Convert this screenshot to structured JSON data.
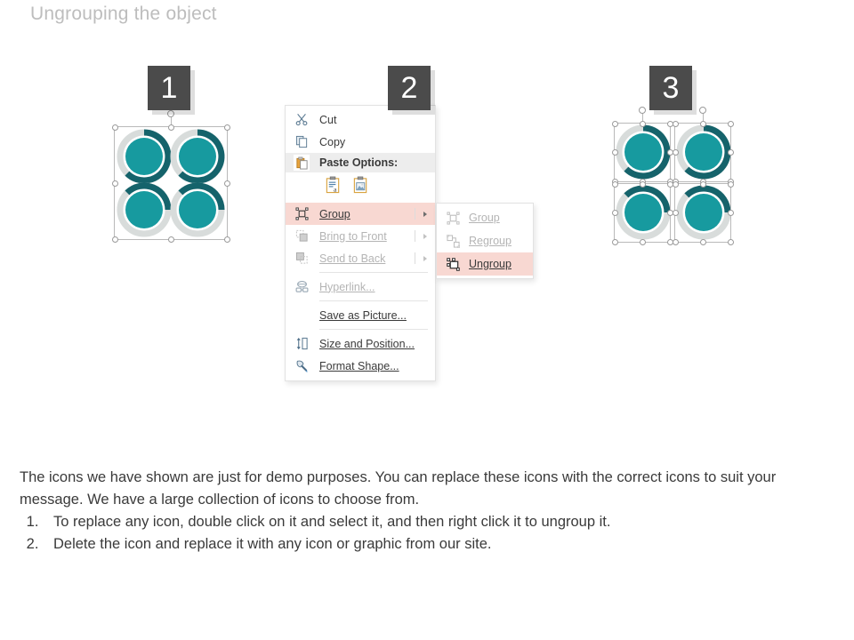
{
  "slide": {
    "title": "Ungrouping the object"
  },
  "steps": [
    {
      "number": "1",
      "name": "grouped-object"
    },
    {
      "number": "2",
      "name": "context-menu"
    },
    {
      "number": "3",
      "name": "ungrouped-objects"
    }
  ],
  "context_menu": {
    "items": [
      {
        "label": "Cut",
        "icon": "scissors-icon",
        "disabled": false,
        "submenu": false,
        "highlighted": false
      },
      {
        "label": "Copy",
        "icon": "copy-icon",
        "disabled": false,
        "submenu": false,
        "highlighted": false
      },
      {
        "label": "Paste Options:",
        "icon": "paste-icon",
        "disabled": false,
        "submenu": false,
        "highlighted": false
      },
      {
        "label": "Group",
        "icon": "group-icon",
        "disabled": false,
        "submenu": true,
        "highlighted": true
      },
      {
        "label": "Bring to Front",
        "icon": "bring-to-front-icon",
        "disabled": true,
        "submenu": true,
        "highlighted": false
      },
      {
        "label": "Send to Back",
        "icon": "send-to-back-icon",
        "disabled": true,
        "submenu": true,
        "highlighted": false
      },
      {
        "label": "Hyperlink...",
        "icon": "hyperlink-icon",
        "disabled": true,
        "submenu": false,
        "highlighted": false
      },
      {
        "label": "Save as Picture...",
        "icon": "none",
        "disabled": false,
        "submenu": false,
        "highlighted": false
      },
      {
        "label": "Size and Position...",
        "icon": "size-position-icon",
        "disabled": false,
        "submenu": false,
        "highlighted": false
      },
      {
        "label": "Format Shape...",
        "icon": "format-shape-icon",
        "disabled": false,
        "submenu": false,
        "highlighted": false
      }
    ],
    "paste_options": [
      {
        "name": "paste-keep-text-icon"
      },
      {
        "name": "paste-picture-icon"
      }
    ]
  },
  "submenu": {
    "items": [
      {
        "label": "Group",
        "icon": "group-icon",
        "disabled": true,
        "highlighted": false
      },
      {
        "label": "Regroup",
        "icon": "regroup-icon",
        "disabled": true,
        "highlighted": false
      },
      {
        "label": "Ungroup",
        "icon": "ungroup-icon",
        "disabled": false,
        "highlighted": true
      }
    ]
  },
  "note": {
    "paragraph": "The icons we have shown are just for demo purposes. You can replace these icons with the correct icons to suit your message. We have a large collection of icons to choose from.",
    "list": [
      "To replace any icon, double click on it and select it, and then right click it to ungroup it.",
      "Delete the icon and replace it with any icon or graphic from our site."
    ]
  },
  "colors": {
    "teal_fill": "#179a9f",
    "teal_dark_ring": "#15636b",
    "light_ring": "#d8dcdb",
    "badge_bg": "#4b4b4b",
    "highlight_pink": "#f8d8d2",
    "title_gray": "#bdbdbd",
    "menu_icon_blue": "#5b7a92"
  }
}
